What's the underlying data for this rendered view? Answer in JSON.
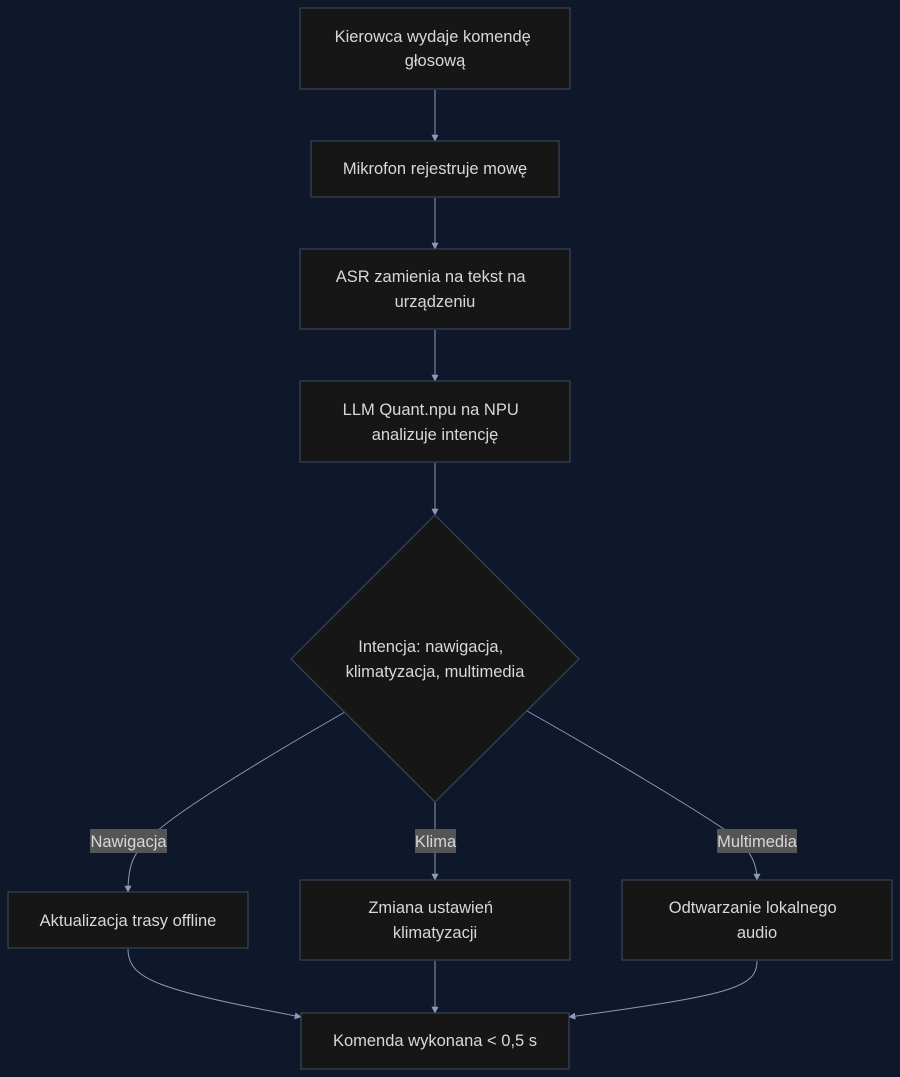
{
  "nodes": {
    "n1": [
      "Kierowca wydaje komendę",
      "głosową"
    ],
    "n2": [
      "Mikrofon rejestruje mowę"
    ],
    "n3": [
      "ASR zamienia na tekst na",
      "urządzeniu"
    ],
    "n4": [
      "LLM Quant.npu na NPU",
      "analizuje intencję"
    ],
    "decision": [
      "Intencja: nawigacja,",
      "klimatyzacja, multimedia"
    ],
    "nav": [
      "Aktualizacja trasy offline"
    ],
    "clim": [
      "Zmiana ustawień",
      "klimatyzacji"
    ],
    "media": [
      "Odtwarzanie lokalnego",
      "audio"
    ],
    "done": [
      "Komenda wykonana < 0,5 s"
    ]
  },
  "edge_labels": {
    "nav": "Nawigacja",
    "clim": "Klima",
    "media": "Multimedia"
  },
  "colors": {
    "background": "#0f172a",
    "node_fill": "#161616",
    "node_stroke": "#3a4558",
    "edge": "#8a9bb8",
    "text": "#d8d8d8",
    "label_bg": "#555555"
  }
}
